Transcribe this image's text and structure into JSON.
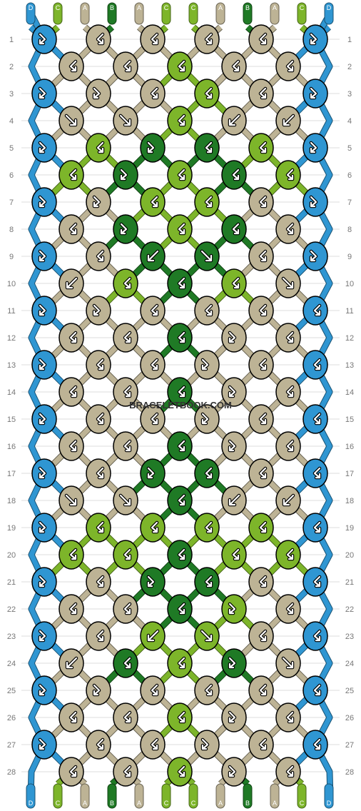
{
  "watermark": "BRACELETBOOK.COM",
  "colors": {
    "D": "#2f96d2",
    "C": "#7db52a",
    "A": "#bdb395",
    "B": "#1f7a25"
  },
  "strands_top": [
    "D",
    "C",
    "A",
    "B",
    "A",
    "C",
    "C",
    "A",
    "B",
    "A",
    "C",
    "D"
  ],
  "strands_bottom": [
    "D",
    "C",
    "A",
    "B",
    "A",
    "C",
    "C",
    "A",
    "B",
    "A",
    "C",
    "D"
  ],
  "row_numbers": [
    "1",
    "2",
    "3",
    "4",
    "5",
    "6",
    "7",
    "8",
    "9",
    "10",
    "11",
    "12",
    "13",
    "14",
    "15",
    "16",
    "17",
    "18",
    "19",
    "20",
    "21",
    "22",
    "23",
    "24",
    "25",
    "26",
    "27",
    "28"
  ],
  "rows": [
    [
      {
        "c": "D",
        "d": "fr"
      },
      {
        "c": "A",
        "d": "fl"
      },
      {
        "c": "A",
        "d": "fl"
      },
      {
        "c": "A",
        "d": "fl"
      },
      {
        "c": "A",
        "d": "fl"
      },
      {
        "c": "D",
        "d": "fr"
      }
    ],
    [
      {
        "c": "A",
        "d": "fl"
      },
      {
        "c": "A",
        "d": "fl"
      },
      {
        "c": "C",
        "d": "fl"
      },
      {
        "c": "A",
        "d": "fl"
      },
      {
        "c": "A",
        "d": "fl"
      }
    ],
    [
      {
        "c": "D",
        "d": "fr"
      },
      {
        "c": "A",
        "d": "fr"
      },
      {
        "c": "A",
        "d": "fl"
      },
      {
        "c": "C",
        "d": "fl"
      },
      {
        "c": "A",
        "d": "fl"
      },
      {
        "c": "D",
        "d": "fr"
      }
    ],
    [
      {
        "c": "A",
        "d": "f"
      },
      {
        "c": "A",
        "d": "f"
      },
      {
        "c": "C",
        "d": "fl"
      },
      {
        "c": "A",
        "d": "b"
      },
      {
        "c": "A",
        "d": "b"
      }
    ],
    [
      {
        "c": "D",
        "d": "fr"
      },
      {
        "c": "C",
        "d": "fl"
      },
      {
        "c": "B",
        "d": "fr"
      },
      {
        "c": "B",
        "d": "fl"
      },
      {
        "c": "C",
        "d": "fl"
      },
      {
        "c": "D",
        "d": "fr"
      }
    ],
    [
      {
        "c": "C",
        "d": "fl"
      },
      {
        "c": "B",
        "d": "fr"
      },
      {
        "c": "C",
        "d": "fl"
      },
      {
        "c": "B",
        "d": "fl"
      },
      {
        "c": "C",
        "d": "fl"
      }
    ],
    [
      {
        "c": "D",
        "d": "fr"
      },
      {
        "c": "A",
        "d": "fr"
      },
      {
        "c": "C",
        "d": "fl"
      },
      {
        "c": "C",
        "d": "fl"
      },
      {
        "c": "A",
        "d": "fl"
      },
      {
        "c": "D",
        "d": "fr"
      }
    ],
    [
      {
        "c": "A",
        "d": "fl"
      },
      {
        "c": "B",
        "d": "fr"
      },
      {
        "c": "C",
        "d": "fl"
      },
      {
        "c": "B",
        "d": "fl"
      },
      {
        "c": "A",
        "d": "fl"
      }
    ],
    [
      {
        "c": "D",
        "d": "fr"
      },
      {
        "c": "A",
        "d": "fl"
      },
      {
        "c": "B",
        "d": "b"
      },
      {
        "c": "B",
        "d": "f"
      },
      {
        "c": "A",
        "d": "fl"
      },
      {
        "c": "D",
        "d": "fr"
      }
    ],
    [
      {
        "c": "A",
        "d": "b"
      },
      {
        "c": "C",
        "d": "fl"
      },
      {
        "c": "B",
        "d": "fl"
      },
      {
        "c": "C",
        "d": "fl"
      },
      {
        "c": "A",
        "d": "f"
      }
    ],
    [
      {
        "c": "D",
        "d": "fr"
      },
      {
        "c": "A",
        "d": "fr"
      },
      {
        "c": "A",
        "d": "fl"
      },
      {
        "c": "A",
        "d": "fl"
      },
      {
        "c": "A",
        "d": "fl"
      },
      {
        "c": "D",
        "d": "fl"
      }
    ],
    [
      {
        "c": "A",
        "d": "fl"
      },
      {
        "c": "A",
        "d": "fl"
      },
      {
        "c": "B",
        "d": "fl"
      },
      {
        "c": "A",
        "d": "fr"
      },
      {
        "c": "A",
        "d": "fl"
      }
    ],
    [
      {
        "c": "D",
        "d": "fr"
      },
      {
        "c": "A",
        "d": "fl"
      },
      {
        "c": "A",
        "d": "fl"
      },
      {
        "c": "A",
        "d": "fr"
      },
      {
        "c": "A",
        "d": "fl"
      },
      {
        "c": "D",
        "d": "fl"
      }
    ],
    [
      {
        "c": "A",
        "d": "fl"
      },
      {
        "c": "A",
        "d": "fl"
      },
      {
        "c": "B",
        "d": "fl"
      },
      {
        "c": "A",
        "d": "fr"
      },
      {
        "c": "A",
        "d": "fl"
      }
    ],
    [
      {
        "c": "D",
        "d": "fr"
      },
      {
        "c": "A",
        "d": "fl"
      },
      {
        "c": "A",
        "d": "fl"
      },
      {
        "c": "A",
        "d": "fr"
      },
      {
        "c": "A",
        "d": "fl"
      },
      {
        "c": "D",
        "d": "fl"
      }
    ],
    [
      {
        "c": "A",
        "d": "fl"
      },
      {
        "c": "A",
        "d": "fl"
      },
      {
        "c": "B",
        "d": "fl"
      },
      {
        "c": "A",
        "d": "fr"
      },
      {
        "c": "A",
        "d": "fl"
      }
    ],
    [
      {
        "c": "D",
        "d": "fr"
      },
      {
        "c": "A",
        "d": "fl"
      },
      {
        "c": "B",
        "d": "fr"
      },
      {
        "c": "B",
        "d": "fl"
      },
      {
        "c": "A",
        "d": "fl"
      },
      {
        "c": "D",
        "d": "fl"
      }
    ],
    [
      {
        "c": "A",
        "d": "f"
      },
      {
        "c": "A",
        "d": "f"
      },
      {
        "c": "B",
        "d": "fl"
      },
      {
        "c": "A",
        "d": "b"
      },
      {
        "c": "A",
        "d": "b"
      }
    ],
    [
      {
        "c": "D",
        "d": "fr"
      },
      {
        "c": "C",
        "d": "fl"
      },
      {
        "c": "C",
        "d": "fl"
      },
      {
        "c": "C",
        "d": "fl"
      },
      {
        "c": "C",
        "d": "fl"
      },
      {
        "c": "D",
        "d": "fl"
      }
    ],
    [
      {
        "c": "C",
        "d": "fl"
      },
      {
        "c": "C",
        "d": "fl"
      },
      {
        "c": "B",
        "d": "fl"
      },
      {
        "c": "C",
        "d": "fl"
      },
      {
        "c": "C",
        "d": "fl"
      }
    ],
    [
      {
        "c": "D",
        "d": "fr"
      },
      {
        "c": "A",
        "d": "fl"
      },
      {
        "c": "B",
        "d": "fr"
      },
      {
        "c": "B",
        "d": "fl"
      },
      {
        "c": "A",
        "d": "fl"
      },
      {
        "c": "D",
        "d": "fl"
      }
    ],
    [
      {
        "c": "A",
        "d": "fl"
      },
      {
        "c": "A",
        "d": "fl"
      },
      {
        "c": "B",
        "d": "fl"
      },
      {
        "c": "C",
        "d": "fr"
      },
      {
        "c": "A",
        "d": "fl"
      }
    ],
    [
      {
        "c": "D",
        "d": "fr"
      },
      {
        "c": "A",
        "d": "fl"
      },
      {
        "c": "C",
        "d": "b"
      },
      {
        "c": "C",
        "d": "f"
      },
      {
        "c": "A",
        "d": "fl"
      },
      {
        "c": "D",
        "d": "fl"
      }
    ],
    [
      {
        "c": "A",
        "d": "b"
      },
      {
        "c": "B",
        "d": "fl"
      },
      {
        "c": "C",
        "d": "fl"
      },
      {
        "c": "B",
        "d": "fr"
      },
      {
        "c": "A",
        "d": "f"
      }
    ],
    [
      {
        "c": "D",
        "d": "fr"
      },
      {
        "c": "A",
        "d": "fr"
      },
      {
        "c": "A",
        "d": "fl"
      },
      {
        "c": "A",
        "d": "fl"
      },
      {
        "c": "A",
        "d": "fl"
      },
      {
        "c": "D",
        "d": "fl"
      }
    ],
    [
      {
        "c": "A",
        "d": "fl"
      },
      {
        "c": "A",
        "d": "fl"
      },
      {
        "c": "C",
        "d": "fl"
      },
      {
        "c": "A",
        "d": "fr"
      },
      {
        "c": "A",
        "d": "fl"
      }
    ],
    [
      {
        "c": "D",
        "d": "fr"
      },
      {
        "c": "A",
        "d": "fl"
      },
      {
        "c": "A",
        "d": "fl"
      },
      {
        "c": "A",
        "d": "fr"
      },
      {
        "c": "A",
        "d": "fl"
      },
      {
        "c": "D",
        "d": "fl"
      }
    ],
    [
      {
        "c": "A",
        "d": "fl"
      },
      {
        "c": "A",
        "d": "fl"
      },
      {
        "c": "C",
        "d": "fl"
      },
      {
        "c": "A",
        "d": "fr"
      },
      {
        "c": "A",
        "d": "fl"
      }
    ]
  ]
}
